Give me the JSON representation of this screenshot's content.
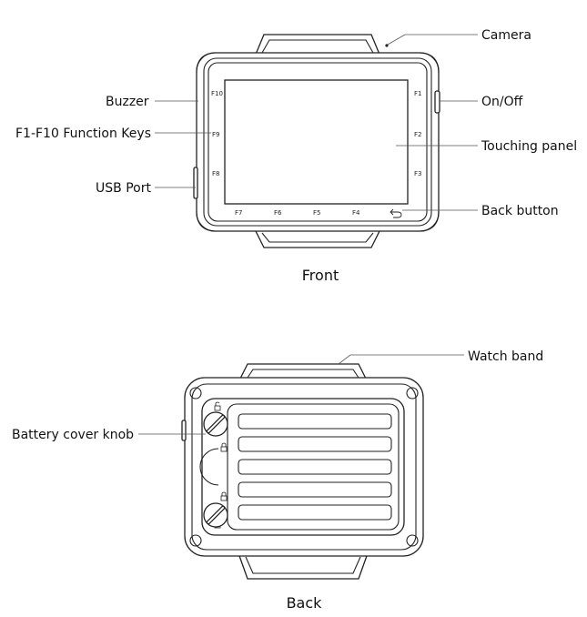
{
  "front": {
    "caption": "Front",
    "callouts": {
      "camera": "Camera",
      "buzzer": "Buzzer",
      "on_off": "On/Off",
      "function_keys": "F1-F10 Function Keys",
      "touching_panel": "Touching panel",
      "usb_port": "USB Port",
      "back_button": "Back button"
    },
    "keys": {
      "f1": "F1",
      "f2": "F2",
      "f3": "F3",
      "f4": "F4",
      "f5": "F5",
      "f6": "F6",
      "f7": "F7",
      "f8": "F8",
      "f9": "F9",
      "f10": "F10"
    }
  },
  "back": {
    "caption": "Back",
    "callouts": {
      "watch_band": "Watch band",
      "battery_cover_knob": "Battery cover knob"
    }
  }
}
